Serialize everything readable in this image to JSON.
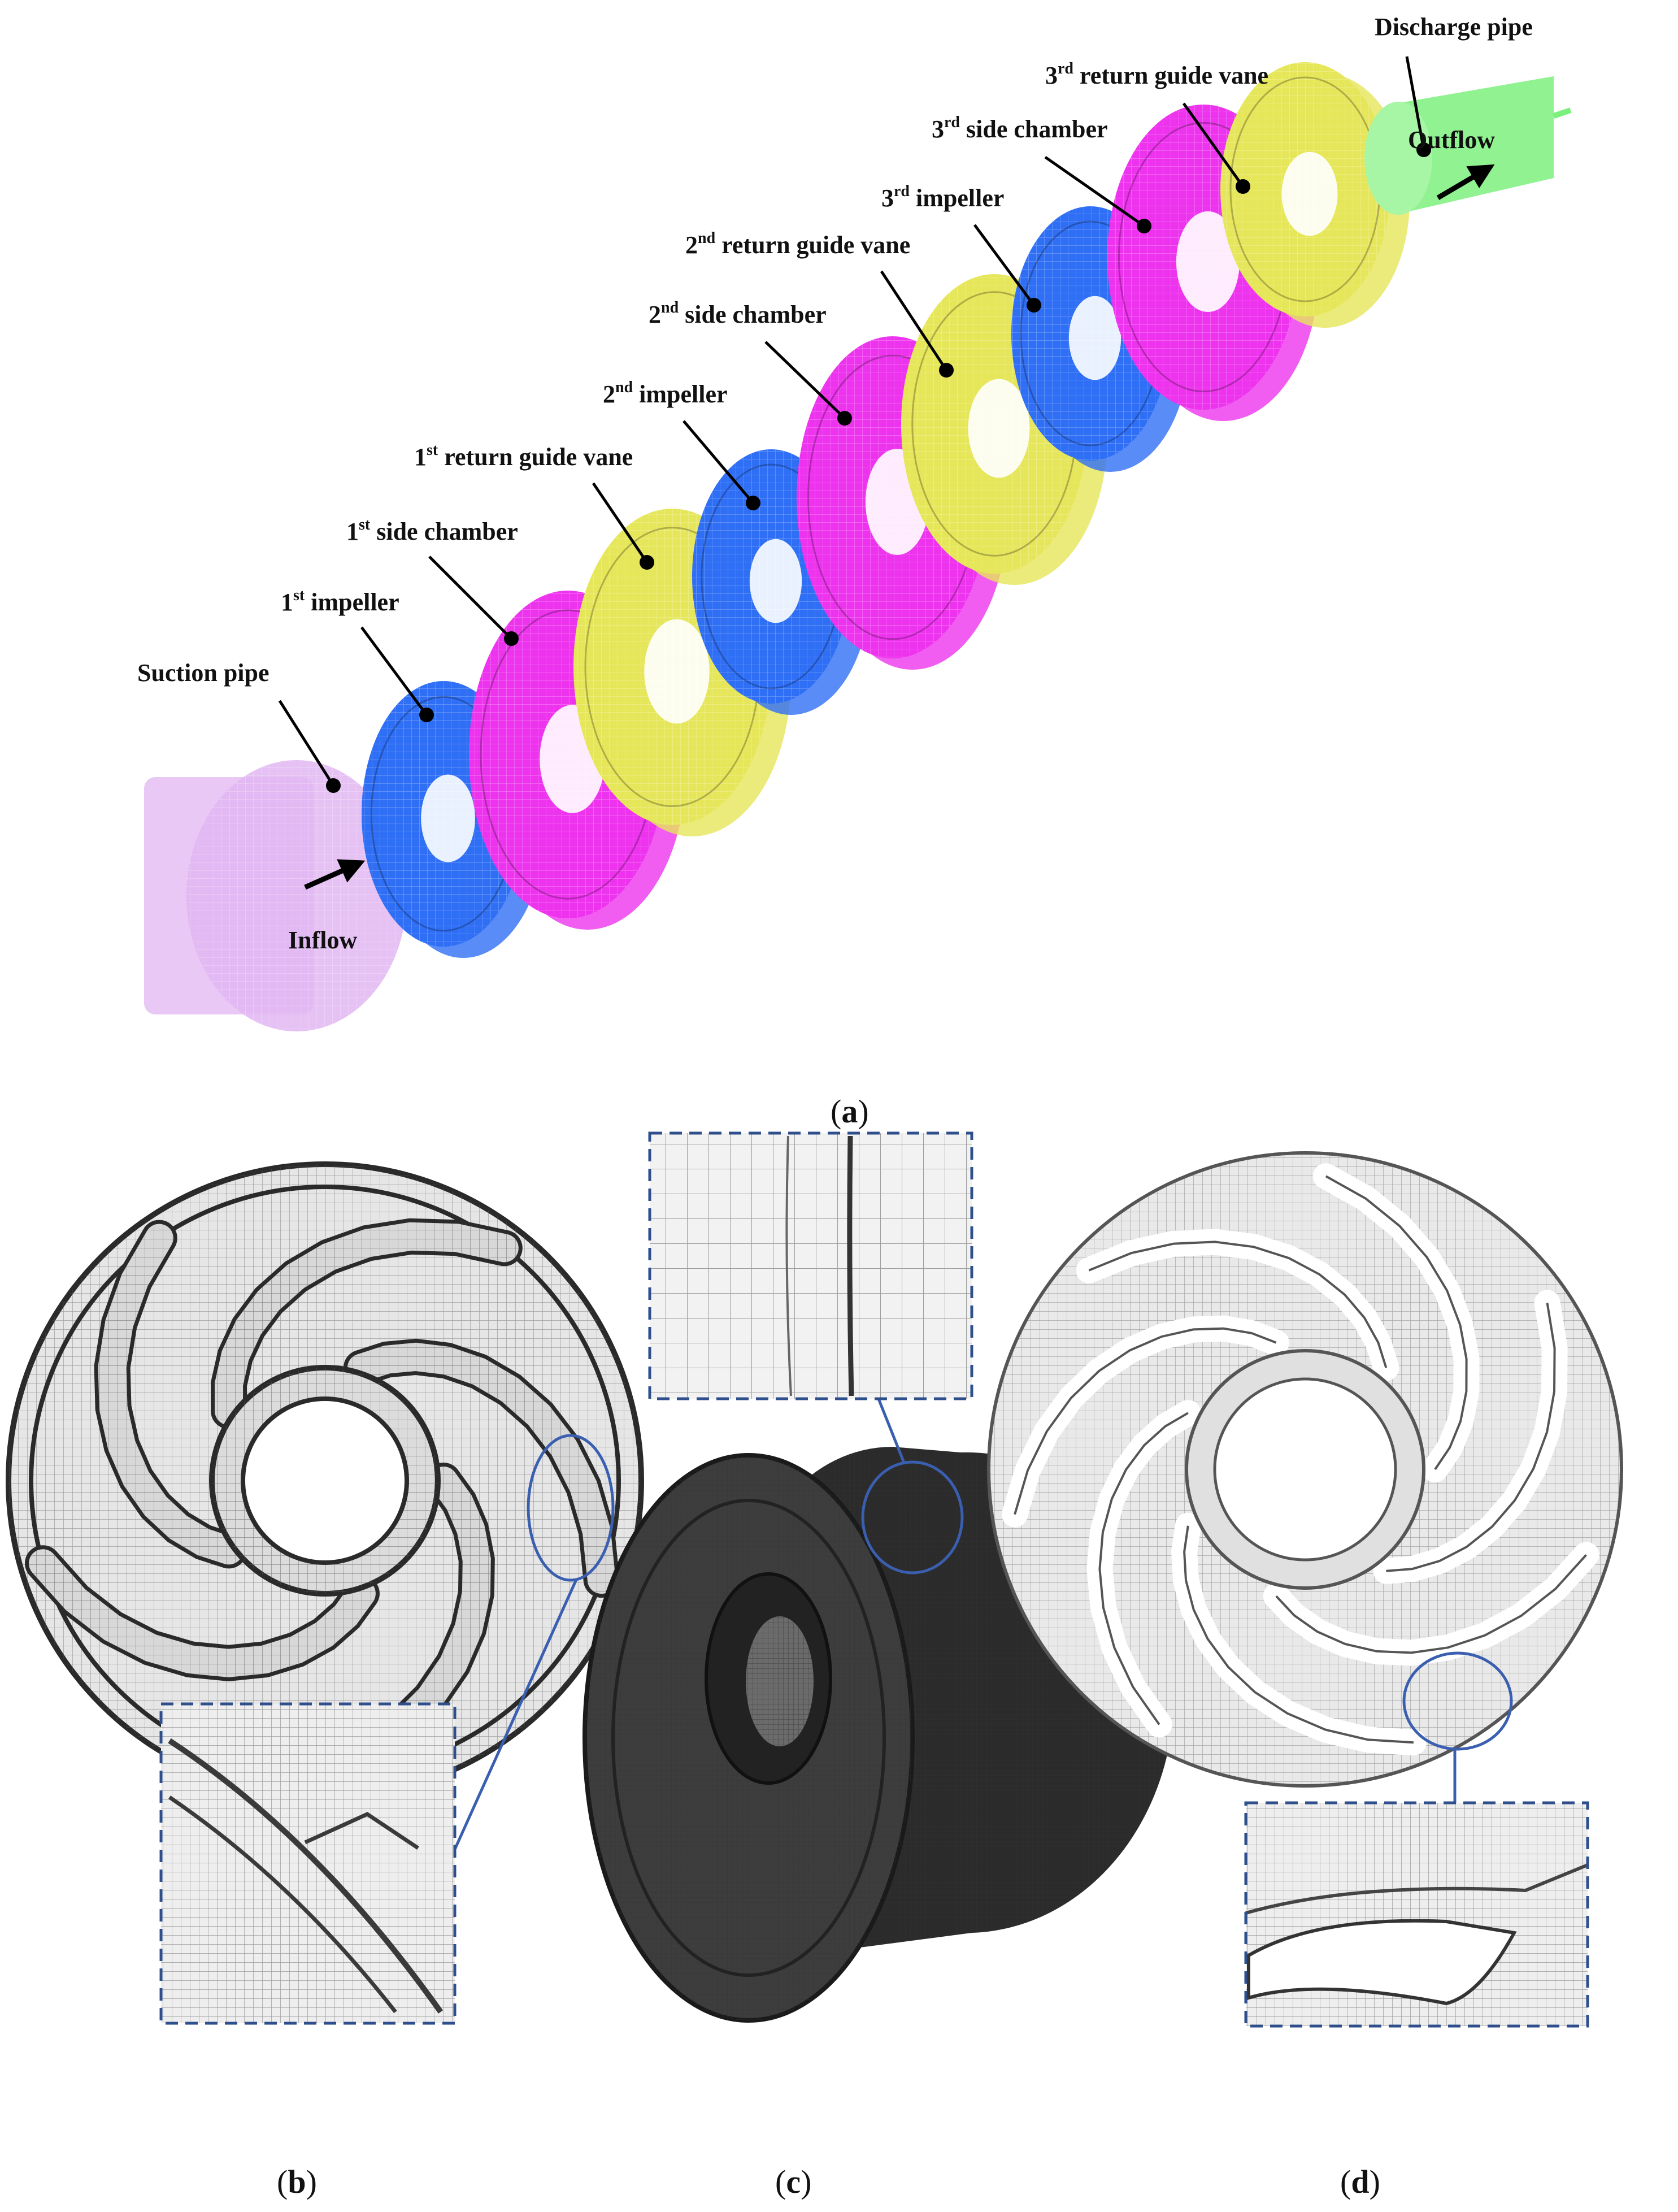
{
  "panel_a": {
    "components": [
      {
        "key": "suction_pipe",
        "label": "Suction pipe",
        "color": "#e2b6f2"
      },
      {
        "key": "impeller_1",
        "num": "1",
        "sup": "st",
        "rest": " impeller",
        "color": "#2f6ff5"
      },
      {
        "key": "side_chamber_1",
        "num": "1",
        "sup": "st",
        "rest": " side chamber",
        "color": "#ee33ee"
      },
      {
        "key": "return_vane_1",
        "num": "1",
        "sup": "st",
        "rest": " return guide vane",
        "color": "#e6e65a"
      },
      {
        "key": "impeller_2",
        "num": "2",
        "sup": "nd",
        "rest": " impeller",
        "color": "#2f6ff5"
      },
      {
        "key": "side_chamber_2",
        "num": "2",
        "sup": "nd",
        "rest": " side chamber",
        "color": "#ee33ee"
      },
      {
        "key": "return_vane_2",
        "num": "2",
        "sup": "nd",
        "rest": " return guide vane",
        "color": "#e6e65a"
      },
      {
        "key": "impeller_3",
        "num": "3",
        "sup": "rd",
        "rest": " impeller",
        "color": "#2f6ff5"
      },
      {
        "key": "side_chamber_3",
        "num": "3",
        "sup": "rd",
        "rest": " side chamber",
        "color": "#ee33ee"
      },
      {
        "key": "return_vane_3",
        "num": "3",
        "sup": "rd",
        "rest": " return guide vane",
        "color": "#e6e65a"
      },
      {
        "key": "discharge_pipe",
        "label": "Discharge pipe",
        "color": "#7cf07c"
      }
    ],
    "inflow_label": "Inflow",
    "outflow_label": "Outflow"
  },
  "captions": {
    "a": "a",
    "b": "b",
    "c": "c",
    "d": "d"
  },
  "colors": {
    "mesh_dark": "#3a3a3a",
    "zoom_box": "#2e4f8c",
    "callout": "#3a5fb0"
  }
}
